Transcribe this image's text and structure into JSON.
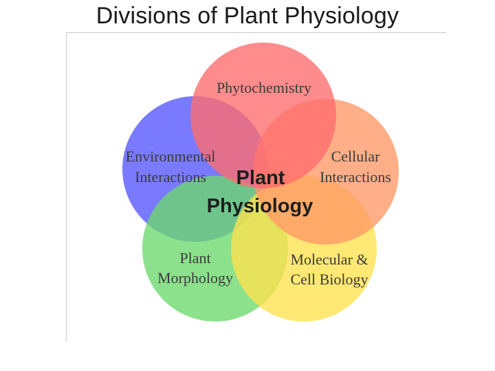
{
  "slide": {
    "title": "Divisions of Plant Physiology"
  },
  "diagram": {
    "center": {
      "line1": "Plant",
      "line2": "Physiology"
    },
    "petals": [
      {
        "id": "phytochemistry",
        "lines": [
          "Phytochemistry"
        ],
        "color": "#ff6b6b"
      },
      {
        "id": "cellular-interactions",
        "lines": [
          "Cellular",
          "Interactions"
        ],
        "color": "#ff9966"
      },
      {
        "id": "molecular-cell-biology",
        "lines": [
          "Molecular &",
          "Cell Biology"
        ],
        "color": "#ffe14d"
      },
      {
        "id": "plant-morphology",
        "lines": [
          "Plant",
          "Morphology"
        ],
        "color": "#6cd96c"
      },
      {
        "id": "environmental-interactions",
        "lines": [
          "Environmental",
          "Interactions"
        ],
        "color": "#5555ff"
      }
    ]
  }
}
